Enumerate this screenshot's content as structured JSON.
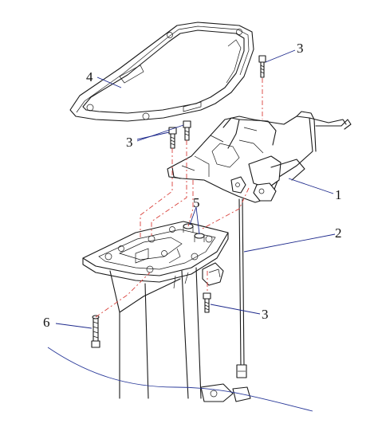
{
  "diagram": {
    "callouts": [
      {
        "id": "gasket",
        "label": "4"
      },
      {
        "id": "bolt-top-right",
        "label": "3"
      },
      {
        "id": "bolts-left",
        "label": "3"
      },
      {
        "id": "shift-bracket",
        "label": "1"
      },
      {
        "id": "pins",
        "label": "5"
      },
      {
        "id": "shift-rod",
        "label": "2"
      },
      {
        "id": "bolt-bottom",
        "label": "3"
      },
      {
        "id": "stud",
        "label": "6"
      }
    ],
    "colors": {
      "line_art": "#1a1a1a",
      "leader": "#1e2a8c",
      "centerline": "#d9403a",
      "break_curve": "#2a3a9a"
    }
  }
}
